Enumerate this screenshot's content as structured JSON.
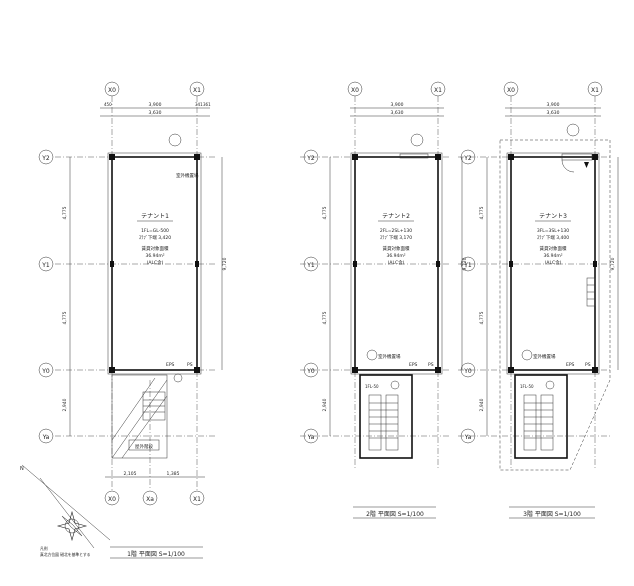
{
  "plans": [
    {
      "title": "1階 平面図 S=1/100",
      "tenant": "テナント1",
      "level": "1FL=GL-500",
      "ceiling": "ｽﾗﾌﾞ下端 3,420",
      "area_label": "賃貸対象面積",
      "area_value": "36.94m²",
      "area_note": "(ALC含)",
      "room_top": "室外機置場",
      "stair_label": "屋外階段",
      "dims_top": [
        "450",
        "3,900",
        "3,630",
        "341",
        "361"
      ],
      "dims_bottom": [
        "2,105",
        "1,385"
      ],
      "dims_side": [
        "4,775",
        "4,775",
        "9,720",
        "2,940"
      ]
    },
    {
      "title": "2階 平面図 S=1/100",
      "tenant": "テナント2",
      "level": "2FL=2SL+130",
      "ceiling": "ｽﾗﾌﾞ下端 3,170",
      "area_label": "賃貸対象面積",
      "area_value": "36.94m²",
      "area_note": "(ALC含)",
      "room_top": "室外機置場",
      "dims_top": [
        "3,900",
        "3,630"
      ],
      "dims_side": [
        "4,775",
        "4,775",
        "9,720",
        "2,940"
      ]
    },
    {
      "title": "3階 平面図 S=1/100",
      "tenant": "テナント3",
      "level": "3FL=3SL+130",
      "ceiling": "ｽﾗﾌﾞ下端 3,400",
      "area_label": "賃貸対象面積",
      "area_value": "36.94m²",
      "area_note": "(ALC含)",
      "room_top": "室外機置場",
      "dims_top": [
        "3,900",
        "3,630"
      ],
      "dims_side": [
        "4,775",
        "4,775",
        "9,720",
        "2,940"
      ]
    }
  ],
  "axes": {
    "x": [
      "X0",
      "X1"
    ],
    "xa": "Xa",
    "y": [
      "Y2",
      "Y1",
      "Y0",
      "Ya"
    ]
  },
  "labels": {
    "eps": "EPS",
    "ps": "PS",
    "floor_level": "1FL-50",
    "compass_note": "凡例",
    "compass_sub": "真北方位図  磁北を基準とする",
    "north_mark": "N"
  }
}
